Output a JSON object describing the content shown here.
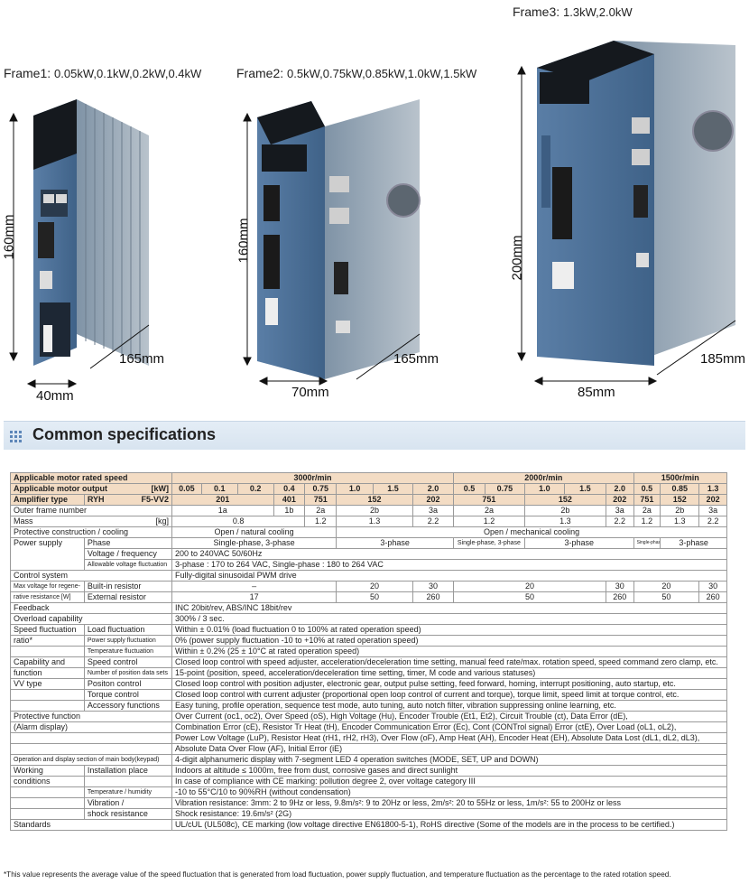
{
  "frames": {
    "frame1": {
      "label": "Frame1:",
      "outputs": "0.05kW,0.1kW,0.2kW,0.4kW",
      "height": "160mm",
      "depth": "165mm",
      "width": "40mm"
    },
    "frame2": {
      "label": "Frame2:",
      "outputs": "0.5kW,0.75kW,0.85kW,1.0kW,1.5kW",
      "height": "160mm",
      "depth": "165mm",
      "width": "70mm"
    },
    "frame3": {
      "label": "Frame3:",
      "outputs": "1.3kW,2.0kW",
      "height": "200mm",
      "depth": "185mm",
      "width": "85mm"
    }
  },
  "section_title": "Common specifications",
  "table": {
    "h_rated_speed": "Applicable motor rated speed",
    "speed_3000": "3000r/min",
    "speed_2000": "2000r/min",
    "speed_1500": "1500r/min",
    "h_output": "Applicable motor output",
    "h_output_unit": "[kW]",
    "outputs": [
      "0.05",
      "0.1",
      "0.2",
      "0.4",
      "0.75",
      "1.0",
      "1.5",
      "2.0",
      "0.5",
      "0.75",
      "1.0",
      "1.5",
      "2.0",
      "0.5",
      "0.85",
      "1.3"
    ],
    "h_amp": "Amplifier type",
    "h_amp_ryh": "RYH",
    "h_amp_model": "F5-VV2",
    "amp_types": [
      "201",
      "401",
      "751",
      "152",
      "202",
      "751",
      "152",
      "202",
      "751",
      "152",
      "202"
    ],
    "frame_number_label": "Outer frame number",
    "frame_numbers": [
      "1a",
      "1b",
      "2a",
      "2b",
      "3a",
      "2a",
      "2b",
      "3a",
      "2a",
      "2b",
      "3a"
    ],
    "mass_label": "Mass",
    "mass_unit": "[kg]",
    "mass": [
      "0.8",
      "1.2",
      "1.3",
      "2.2",
      "1.2",
      "1.3",
      "2.2",
      "1.2",
      "1.3",
      "2.2"
    ],
    "protective_label": "Protective construction / cooling",
    "protective_open_natural": "Open / natural cooling",
    "protective_open_mech": "Open / mechanical cooling",
    "power_supply_label": "Power supply",
    "phase_label": "Phase",
    "phase_values": [
      "Single-phase, 3-phase",
      "3-phase",
      "Single-phase, 3-phase",
      "3-phase",
      "Single-phase, 3-phase",
      "3-phase"
    ],
    "voltage_label": "Voltage / frequency",
    "voltage_value": "200 to 240VAC   50/60Hz",
    "allow_volt_label": "Allowable voltage fluctuation",
    "allow_volt_value": "3-phase : 170 to 264 VAC, Single-phase : 180 to 264 VAC",
    "control_system_label": "Control system",
    "control_system_value": "Fully-digital sinusoidal PWM drive",
    "regen_label_1": "Max voltage for regene-",
    "regen_label_2": "rative resistance   [W]",
    "builtin_label": "Built-in resistor",
    "builtin_values": [
      "–",
      "20",
      "30",
      "20",
      "30",
      "20",
      "30"
    ],
    "external_label": "External resistor",
    "external_values": [
      "17",
      "50",
      "260",
      "50",
      "260",
      "50",
      "260"
    ],
    "feedback_label": "Feedback",
    "feedback_value": "INC 20bit/rev, ABS/INC 18bit/rev",
    "overload_label": "Overload capability",
    "overload_value": "300% / 3 sec.",
    "speed_fluct_label_1": "Speed fluctuation",
    "speed_fluct_label_2": "ratio*",
    "load_fluct_label": "Load fluctuation",
    "load_fluct_value": "Within ± 0.01% (load fluctuation 0 to 100% at rated operation speed)",
    "power_fluct_label": "Power supply fluctuation",
    "power_fluct_value": "0% (power supply fluctuation -10 to +10% at rated operation speed)",
    "temp_fluct_label": "Temperature fluctuation",
    "temp_fluct_value": "Within ± 0.2% (25 ± 10°C at rated operation speed)",
    "capability_label_1": "Capability and",
    "capability_label_2": "function",
    "capability_label_3": "VV type",
    "speed_control_label": "Speed control",
    "speed_control_value": "Closed loop control with speed adjuster, acceleration/deceleration time setting, manual feed rate/max. rotation speed, speed command zero clamp, etc.",
    "num_pos_label": "Number of position data sets",
    "num_pos_value": "15-point (position, speed, acceleration/deceleration time setting, timer, M code and various statuses)",
    "position_control_label": "Positon control",
    "position_control_value": "Closed loop control with position adjuster, electronic gear, output pulse setting, feed forward, homing, interrupt positioning, auto startup, etc.",
    "torque_control_label": "Torque control",
    "torque_control_value": "Closed loop control with current adjuster (proportional open loop control of current and torque), torque limit, speed limit at torque control, etc.",
    "accessory_label": "Accessory functions",
    "accessory_value": "Easy tuning, profile operation, sequence test mode, auto tuning, auto notch filter, vibration suppressing online learning, etc.",
    "protective_func_label_1": "Protective function",
    "protective_func_label_2": "(Alarm display)",
    "protective_func_lines": [
      "Over Current (oc1, oc2), Over Speed (oS), High Voltage (Hu), Encoder Trouble (Et1, Et2), Circuit Trouble (ct), Data Error (dE),",
      "Combination Error (cE), Resistor Tr Heat (tH), Encoder Communication Error (Ec), Cont (CONTrol signal) Error (ctE), Over Load (oL1, oL2),",
      "Power Low Voltage (LuP), Resistor Heat (rH1, rH2, rH3), Over Flow (oF), Amp Heat (AH), Encoder Heat (EH), Absolute Data Lost (dL1, dL2, dL3),",
      "Absolute Data Over Flow (AF), Initial Error (iE)"
    ],
    "op_display_label": "Operation and display section of main body(keypad)",
    "op_display_value": "4-digit alphanumeric display with 7-segment LED 4 operation switches (MODE, SET, UP and DOWN)",
    "working_label_1": "Working",
    "working_label_2": "conditions",
    "install_label": "Installation place",
    "install_value_1": "Indoors at altitude ≤ 1000m, free from dust, corrosive gases and direct sunlight",
    "install_value_2": "In case of compliance with CE marking: pollution degree 2, over voltage category III",
    "temp_humid_label": "Temperature / humidity",
    "temp_humid_value": "-10 to 55°C/10 to 90%RH (without condensation)",
    "vibration_label_1": "Vibration /",
    "vibration_label_2": "shock resistance",
    "vibration_value": "Vibration resistance: 3mm: 2 to 9Hz or less, 9.8m/s²: 9 to 20Hz or less, 2m/s²: 20 to 55Hz or less, 1m/s²: 55 to 200Hz or less",
    "shock_value": "Shock resistance: 19.6m/s² (2G)",
    "standards_label": "Standards",
    "standards_value": "UL/cUL (UL508c), CE marking (low voltage directive EN61800-5-1), RoHS directive (Some of the models are in the process to be certified.)"
  },
  "footnote": "*This value represents the average value of the speed fluctuation that is generated from load fluctuation, power supply fluctuation, and temperature fluctuation as the percentage to the rated rotation speed."
}
